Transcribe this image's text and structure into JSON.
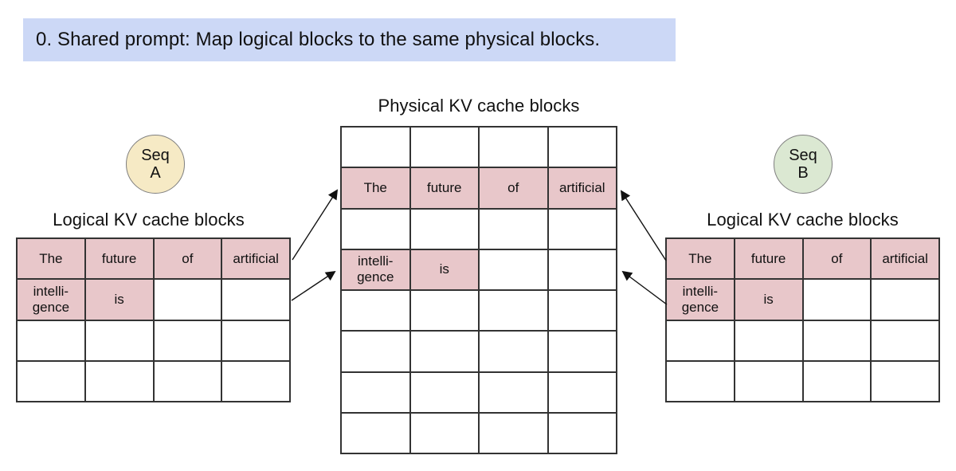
{
  "banner": {
    "text": "0. Shared prompt: Map logical blocks to the same physical blocks."
  },
  "colors": {
    "banner_bg": "#ccd8f6",
    "filled_cell": "#e8c7ca",
    "seq_a_bg": "#f6eac5",
    "seq_b_bg": "#dbe8d2",
    "grid_border": "#333333",
    "arrow": "#111111"
  },
  "seq_a": {
    "label": "Seq\nA"
  },
  "seq_b": {
    "label": "Seq\nB"
  },
  "physical_table": {
    "title": "Physical KV cache blocks",
    "rows": [
      {
        "cells": [
          {},
          {},
          {},
          {}
        ]
      },
      {
        "cells": [
          {
            "text": "The",
            "filled": true
          },
          {
            "text": "future",
            "filled": true
          },
          {
            "text": "of",
            "filled": true
          },
          {
            "text": "artificial",
            "filled": true
          }
        ]
      },
      {
        "cells": [
          {},
          {},
          {},
          {}
        ]
      },
      {
        "cells": [
          {
            "text": "intelli-\ngence",
            "filled": true
          },
          {
            "text": "is",
            "filled": true
          },
          {},
          {}
        ]
      },
      {
        "cells": [
          {},
          {},
          {},
          {}
        ]
      },
      {
        "cells": [
          {},
          {},
          {},
          {}
        ]
      },
      {
        "cells": [
          {},
          {},
          {},
          {}
        ]
      },
      {
        "cells": [
          {},
          {},
          {},
          {}
        ]
      }
    ]
  },
  "seq_a_table": {
    "title": "Logical KV cache blocks",
    "rows": [
      {
        "cells": [
          {
            "text": "The",
            "filled": true
          },
          {
            "text": "future",
            "filled": true
          },
          {
            "text": "of",
            "filled": true
          },
          {
            "text": "artificial",
            "filled": true
          }
        ]
      },
      {
        "cells": [
          {
            "text": "intelli-\ngence",
            "filled": true
          },
          {
            "text": "is",
            "filled": true
          },
          {},
          {}
        ]
      },
      {
        "cells": [
          {},
          {},
          {},
          {}
        ]
      },
      {
        "cells": [
          {},
          {},
          {},
          {}
        ]
      }
    ]
  },
  "seq_b_table": {
    "title": "Logical KV cache blocks",
    "rows": [
      {
        "cells": [
          {
            "text": "The",
            "filled": true
          },
          {
            "text": "future",
            "filled": true
          },
          {
            "text": "of",
            "filled": true
          },
          {
            "text": "artificial",
            "filled": true
          }
        ]
      },
      {
        "cells": [
          {
            "text": "intelli-\ngence",
            "filled": true
          },
          {
            "text": "is",
            "filled": true
          },
          {},
          {}
        ]
      },
      {
        "cells": [
          {},
          {},
          {},
          {}
        ]
      },
      {
        "cells": [
          {},
          {},
          {},
          {}
        ]
      }
    ]
  }
}
